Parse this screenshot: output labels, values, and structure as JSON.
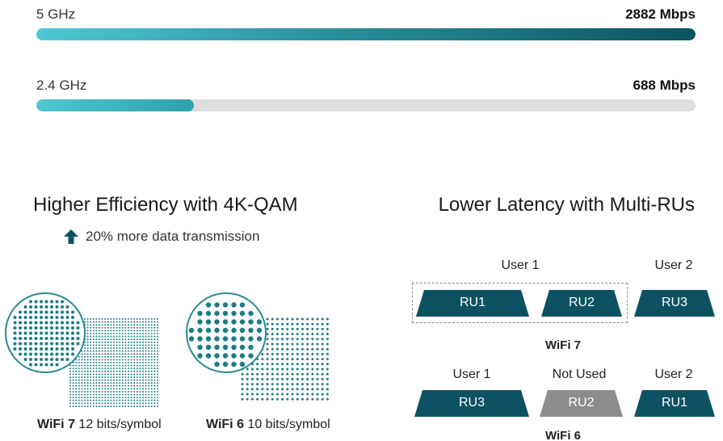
{
  "speeds": [
    {
      "band": "5 GHz",
      "rate": "2882 Mbps",
      "fraction": 1.0
    },
    {
      "band": "2.4 GHz",
      "rate": "688 Mbps",
      "fraction": 0.239
    }
  ],
  "left_panel": {
    "title": "Higher Efficiency with 4K-QAM",
    "note": "20% more data transmission",
    "wifi7": {
      "name": "WiFi 7",
      "detail": "12 bits/symbol"
    },
    "wifi6": {
      "name": "WiFi 6",
      "detail": "10 bits/symbol"
    }
  },
  "right_panel": {
    "title": "Lower Latency with Multi-RUs",
    "wifi7": {
      "label": "WiFi 7",
      "user1": "User 1",
      "user2": "User 2",
      "units": [
        "RU1",
        "RU2",
        "RU3"
      ]
    },
    "wifi6": {
      "label": "WiFi 6",
      "user1": "User 1",
      "not_used": "Not Used",
      "user2": "User 2",
      "units": [
        "RU3",
        "RU2",
        "RU1"
      ]
    }
  },
  "colors": {
    "teal_dark": "#0d5263",
    "teal": "#1d7c85",
    "grey_unit": "#8c8c8c",
    "track": "#dedede"
  }
}
